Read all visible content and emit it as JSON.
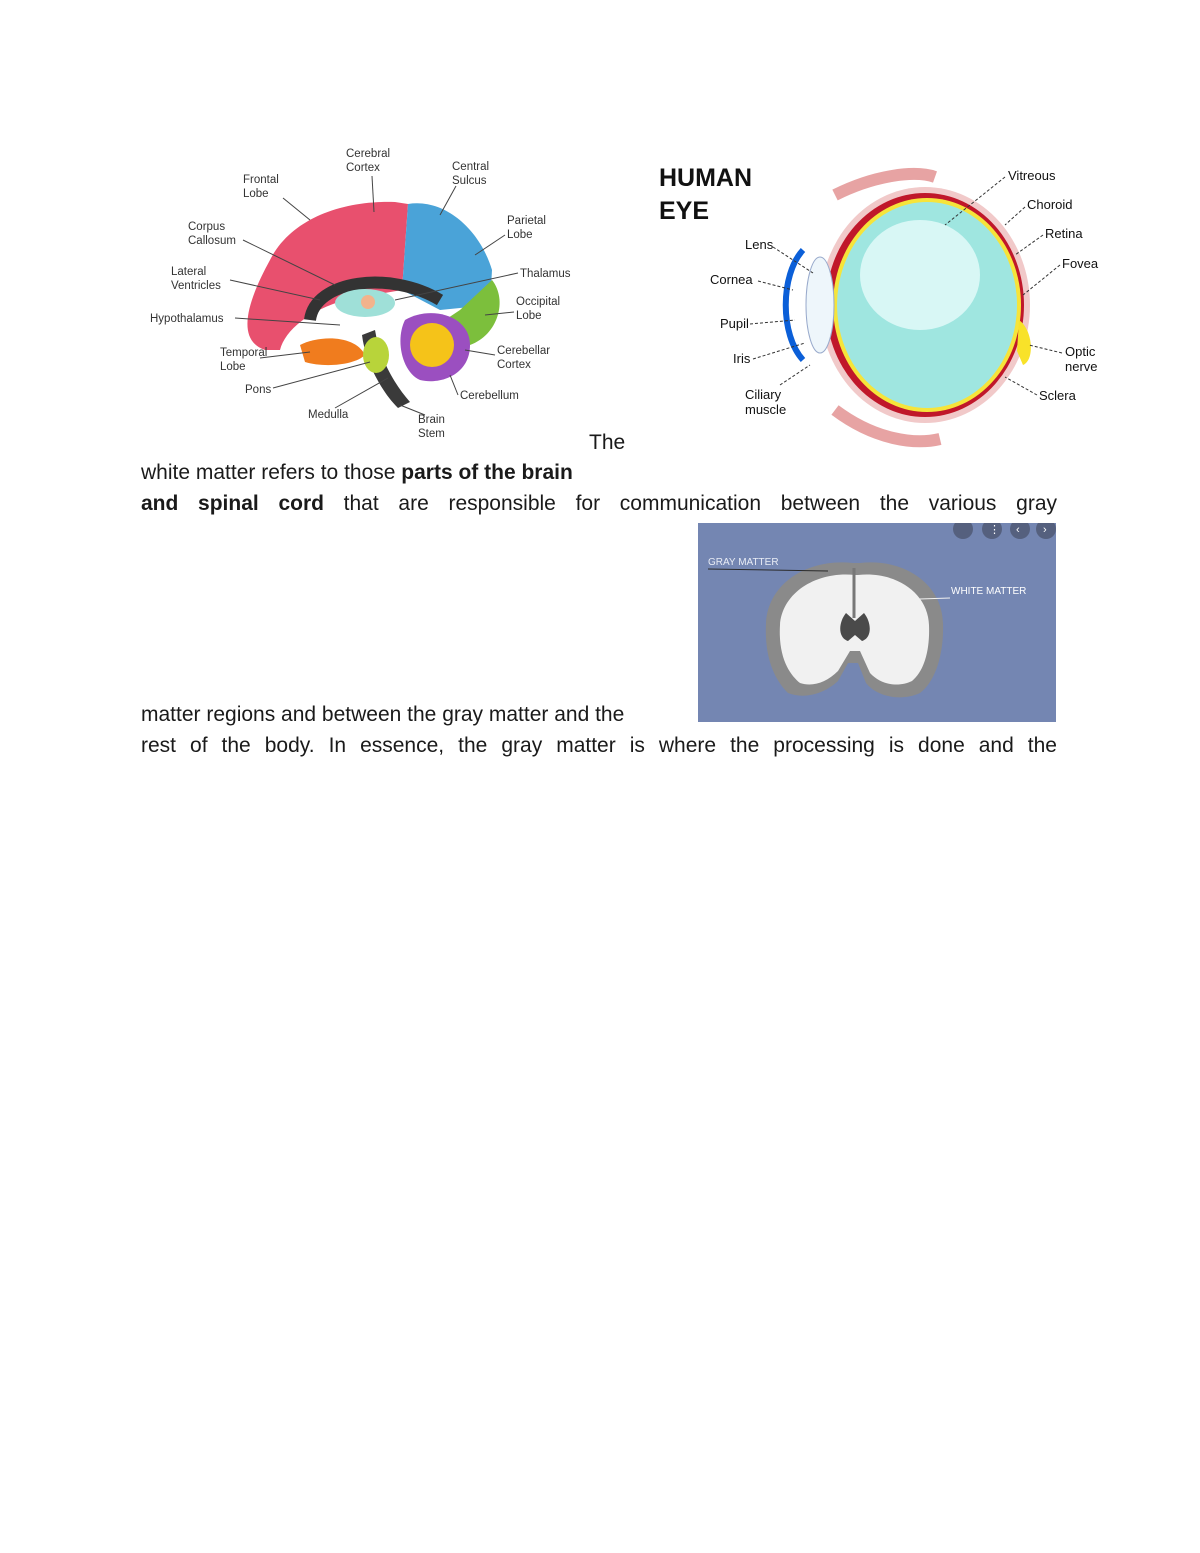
{
  "brain_diagram": {
    "labels": {
      "cerebral_cortex_1": "Cerebral",
      "cerebral_cortex_2": "Cortex",
      "frontal_lobe_1": "Frontal",
      "frontal_lobe_2": "Lobe",
      "central_sulcus_1": "Central",
      "central_sulcus_2": "Sulcus",
      "corpus_callosum_1": "Corpus",
      "corpus_callosum_2": "Callosum",
      "parietal_lobe_1": "Parietal",
      "parietal_lobe_2": "Lobe",
      "lateral_ventricles_1": "Lateral",
      "lateral_ventricles_2": "Ventricles",
      "thalamus": "Thalamus",
      "occipital_lobe_1": "Occipital",
      "occipital_lobe_2": "Lobe",
      "hypothalamus": "Hypothalamus",
      "temporal_lobe_1": "Temporal",
      "temporal_lobe_2": "Lobe",
      "cerebellar_cortex_1": "Cerebellar",
      "cerebellar_cortex_2": "Cortex",
      "pons": "Pons",
      "cerebellum": "Cerebellum",
      "medulla": "Medulla",
      "brain_stem_1": "Brain",
      "brain_stem_2": "Stem"
    },
    "colors": {
      "frontal": "#e8506e",
      "parietal": "#4aa3d8",
      "occipital": "#7cbf3c",
      "temporal": "#f07c1e",
      "cerebellum": "#9b4fc0",
      "stem": "#3a3a3a",
      "pons": "#b8d43a"
    }
  },
  "eye_diagram": {
    "title_line1": "HUMAN",
    "title_line2": "EYE",
    "labels": {
      "vitreous": "Vitreous",
      "choroid": "Choroid",
      "retina": "Retina",
      "fovea": "Fovea",
      "lens": "Lens",
      "cornea": "Cornea",
      "pupil": "Pupil",
      "iris": "Iris",
      "optic_nerve_1": "Optic",
      "optic_nerve_2": "nerve",
      "ciliary_muscle_1": "Ciliary",
      "ciliary_muscle_2": "muscle",
      "sclera": "Sclera"
    }
  },
  "matter_image": {
    "gray_label": "GRAY MATTER",
    "white_label": "WHITE MATTER",
    "background": "#7486b2"
  },
  "text": {
    "the": "The",
    "line1_plain": "white matter refers to those",
    "line1_bold": "parts of the brain",
    "line2_bold": [
      "and",
      "spinal",
      "cord"
    ],
    "line2_rest": [
      "that",
      "are",
      "responsible",
      "for",
      "communication",
      "between",
      "the",
      "various",
      "gray"
    ],
    "line3": "matter regions and between the gray matter and the",
    "line4": [
      "rest",
      "of",
      "the",
      "body.",
      "In",
      "essence,",
      "the",
      "gray",
      "matter",
      "is",
      "where",
      "the",
      "processing",
      "is",
      "done",
      "and",
      "the"
    ]
  }
}
